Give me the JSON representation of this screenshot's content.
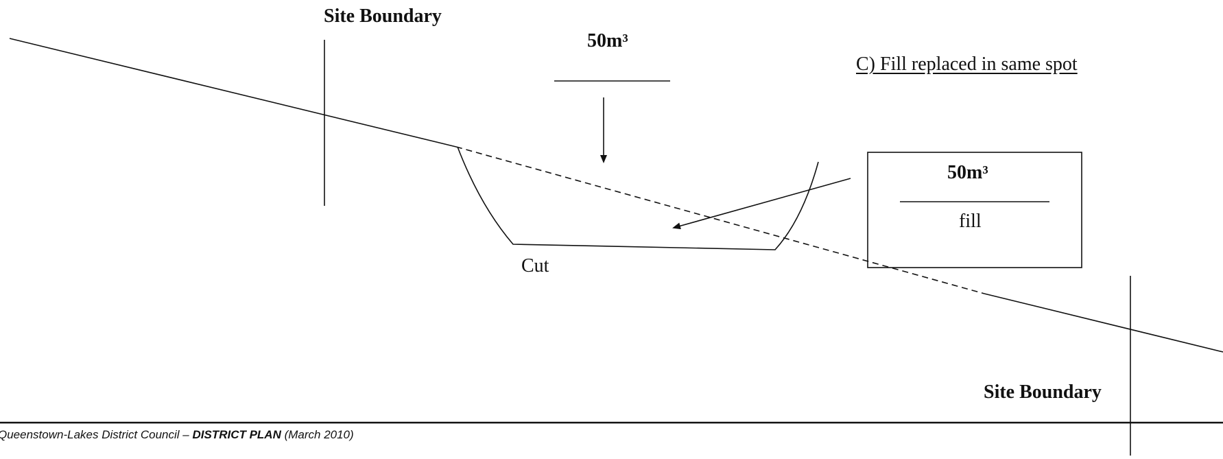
{
  "diagram": {
    "site_boundary_top": "Site Boundary",
    "site_boundary_bottom": "Site Boundary",
    "volume_top": "50m³",
    "caption": "C) Fill replaced in same spot",
    "box_volume": "50m³",
    "box_fill": "fill",
    "cut_label": "Cut"
  },
  "footer": {
    "council": "Queenstown-Lakes District Council – ",
    "plan": "DISTRICT PLAN",
    "date": " (March 2010)"
  }
}
